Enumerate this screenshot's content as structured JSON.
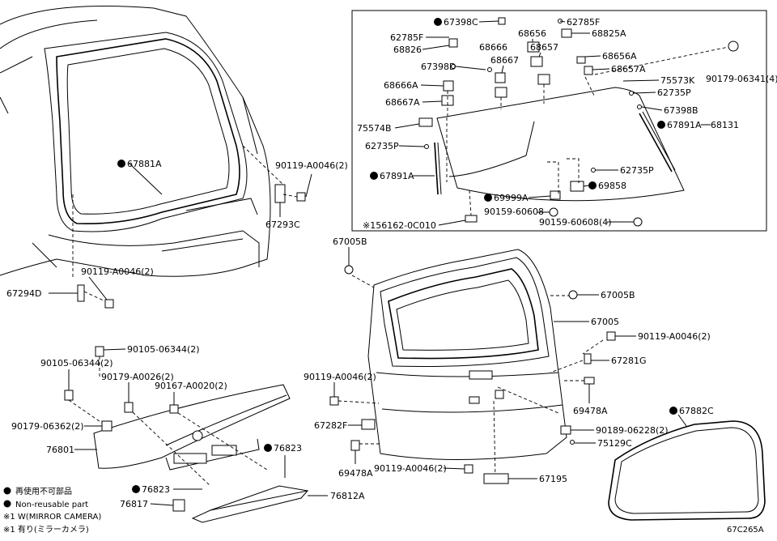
{
  "diagram_code": "67C265A",
  "legend": {
    "non_reusable_jp": "再使用不可部品",
    "non_reusable_en": "Non-reusable part",
    "note1": "※1 W(MIRROR CAMERA)",
    "note2": "※1 有り(ミラーカメラ)"
  },
  "parts": {
    "p67398C": "67398C",
    "p62785F_r": "62785F",
    "p68825A": "68825A",
    "p62785F_l": "62785F",
    "p68826": "68826",
    "p68666": "68666",
    "p68656": "68656",
    "p68667": "68667",
    "p68657": "68657",
    "p67398D": "67398D",
    "p68656A": "68656A",
    "p68657A": "68657A",
    "p90179_06341": "90179-06341(4)",
    "p68666A": "68666A",
    "p75573K": "75573K",
    "p62735P_a": "62735P",
    "p68667A": "68667A",
    "p67398B": "67398B",
    "p75574B": "75574B",
    "p67891A_r": "67891A",
    "p68131": "68131",
    "p62735P_b": "62735P",
    "p67891A_l": "67891A",
    "p62735P_c": "62735P",
    "p69999A": "69999A",
    "p69858": "69858",
    "p90159_60608_a": "90159-60608",
    "p156162": "※156162-0C010",
    "p90159_60608_b": "90159-60608(4)",
    "p67881A": "67881A",
    "p90119_A0046_a": "90119-A0046(2)",
    "p67293C": "67293C",
    "p67005B_a": "67005B",
    "p67005B_b": "67005B",
    "p90119_A0046_b": "90119-A0046(2)",
    "p67294D": "67294D",
    "p67005": "67005",
    "p90119_A0046_c": "90119-A0046(2)",
    "p90105_06344_a": "90105-06344(2)",
    "p67281G": "67281G",
    "p90105_06344_b": "90105-06344(2)",
    "p90119_A0046_d": "90119-A0046(2)",
    "p90179_A0026": "90179-A0026(2)",
    "p90167_A0020": "90167-A0020(2)",
    "p69478A_r": "69478A",
    "p67882C": "67882C",
    "p90179_06362": "90179-06362(2)",
    "p67282F": "67282F",
    "p90189_06228": "90189-06228(2)",
    "p76801": "76801",
    "p75129C": "75129C",
    "p76823_a": "76823",
    "p69478A_l": "69478A",
    "p90119_A0046_e": "90119-A0046(2)",
    "p67195": "67195",
    "p76823_b": "76823",
    "p76812A": "76812A",
    "p76817": "76817"
  }
}
